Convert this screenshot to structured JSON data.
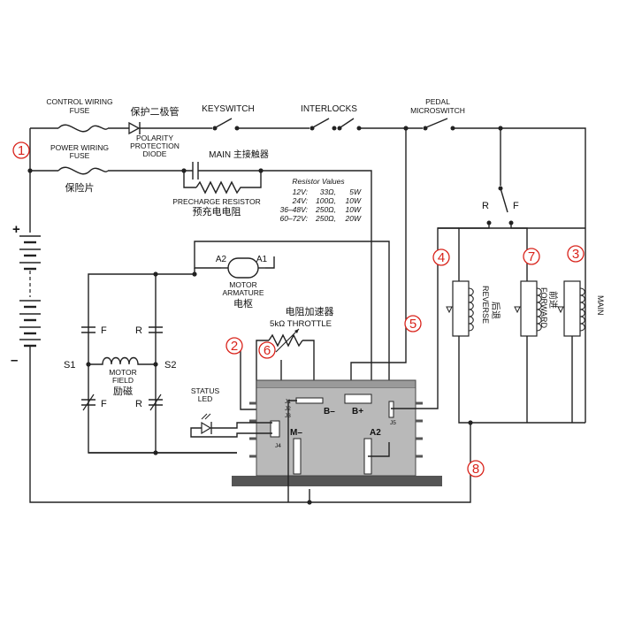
{
  "labels": {
    "control_fuse": [
      "CONTROL WIRING",
      "FUSE"
    ],
    "polarity_cn": "保护二极管",
    "polarity_diode": [
      "POLARITY",
      "PROTECTION",
      "DIODE"
    ],
    "keyswitch": "KEYSWITCH",
    "interlocks": "INTERLOCKS",
    "pedal_micro": [
      "PEDAL",
      "MICROSWITCH"
    ],
    "power_fuse": [
      "POWER WIRING",
      "FUSE"
    ],
    "fuse_cn": "保险片",
    "main_contactor": "MAIN 主接触器",
    "precharge": "PRECHARGE RESISTOR",
    "precharge_cn": "预充电电阻",
    "resistor_values_title": "Resistor Values",
    "resistor_values": [
      {
        "v": "12V:",
        "r": "33Ω,",
        "w": "5W"
      },
      {
        "v": "24V:",
        "r": "100Ω,",
        "w": "10W"
      },
      {
        "v": "36–48V:",
        "r": "250Ω,",
        "w": "10W"
      },
      {
        "v": "60–72V:",
        "r": "250Ω,",
        "w": "20W"
      }
    ],
    "plus": "+",
    "minus": "–",
    "a2": "A2",
    "a1": "A1",
    "motor_armature": [
      "MOTOR",
      "ARMATURE"
    ],
    "armature_cn": "电枢",
    "throttle_cn": "电阻加速器",
    "throttle": "5kΩ THROTTLE",
    "f_top": "F",
    "r_top": "R",
    "s1": "S1",
    "s2": "S2",
    "motor_field": [
      "MOTOR",
      "FIELD"
    ],
    "field_cn": "励磁",
    "f_bottom": "F",
    "r_bottom": "R",
    "status_led": [
      "STATUS",
      "LED"
    ],
    "j1": "J1",
    "j2": "J2",
    "j3": "J3",
    "j4": "J4",
    "j5": "J5",
    "b_minus": "B–",
    "b_plus": "B+",
    "m_minus": "M–",
    "ctrl_a2": "A2",
    "r_switch": "R",
    "f_switch": "F",
    "reverse": "REVERSE",
    "reverse_cn": "后退",
    "forward": "FORWARD",
    "forward_cn": "前进",
    "main_coil": "MAIN"
  },
  "markers": [
    "1",
    "2",
    "3",
    "4",
    "5",
    "6",
    "7",
    "8"
  ]
}
